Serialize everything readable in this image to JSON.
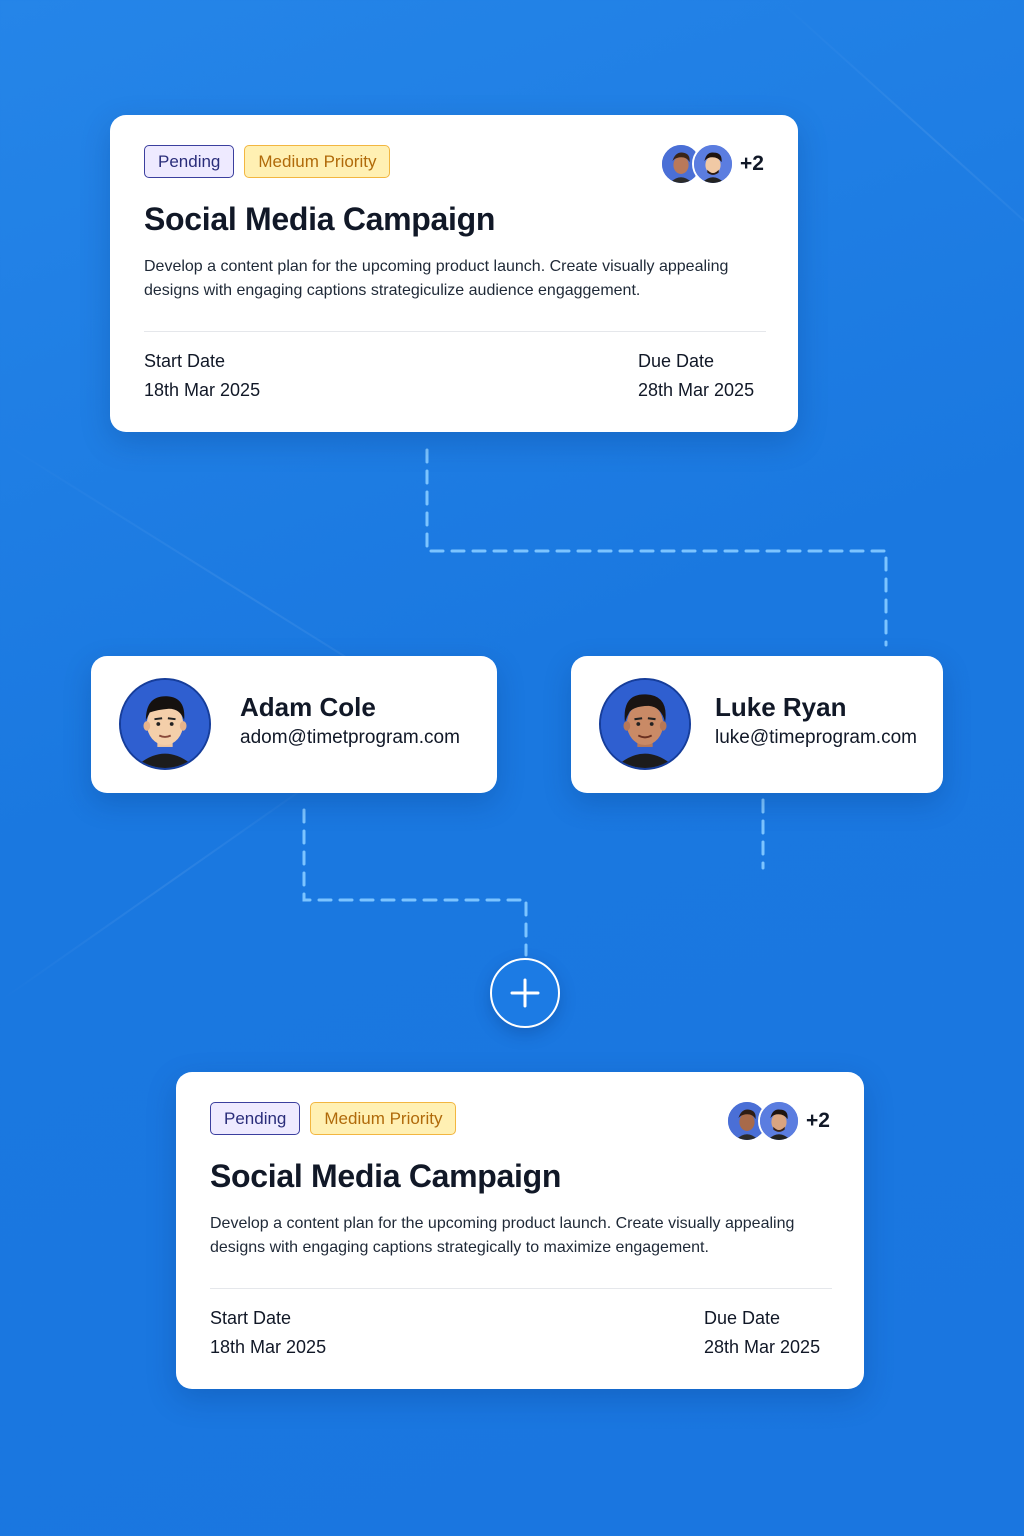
{
  "task_cards": [
    {
      "status": "Pending",
      "priority": "Medium Priority",
      "assignee_extra": "+2",
      "title": "Social Media Campaign",
      "description": "Develop a content plan for the upcoming product launch. Create visually appealing designs with engaging captions strategiculize audience engaggement.",
      "start_label": "Start Date",
      "start_value": "18th Mar 2025",
      "due_label": "Due Date",
      "due_value": "28th Mar 2025"
    },
    {
      "status": "Pending",
      "priority": "Medium Priority",
      "assignee_extra": "+2",
      "title": "Social Media Campaign",
      "description": "Develop a content plan for the upcoming product launch. Create visually appealing designs with engaging captions strategically to maximize engagement.",
      "start_label": "Start Date",
      "start_value": "18th Mar 2025",
      "due_label": "Due Date",
      "due_value": "28th Mar 2025"
    }
  ],
  "people": [
    {
      "name": "Adam Cole",
      "email": "adom@timetprogram.com"
    },
    {
      "name": "Luke Ryan",
      "email": "luke@timeprogram.com"
    }
  ],
  "icons": {
    "add": "plus-icon",
    "avatar": "person-avatar-icon"
  },
  "colors": {
    "background": "#1a78e0",
    "pending_bg": "#eeeaff",
    "pending_border": "#3b3f9e",
    "priority_bg": "#fff0b3",
    "priority_border": "#f2b640",
    "connector": "#7cc4ff"
  }
}
